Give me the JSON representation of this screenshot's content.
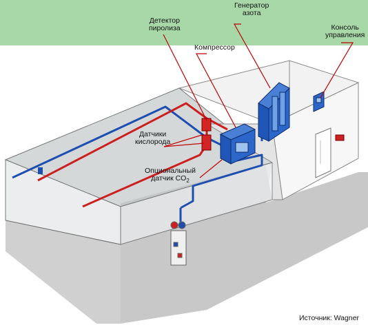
{
  "labels": {
    "pyrolysis_detector": [
      "Детектор",
      "пиролиза"
    ],
    "nitrogen_generator": [
      "Генератор",
      "азота"
    ],
    "control_console": [
      "Консоль",
      "управления"
    ],
    "compressor": "Компрессор",
    "oxygen_sensors": [
      "Датчики",
      "кислорода"
    ],
    "co2_sensor": {
      "line1": "Опциональный",
      "line2_prefix": "датчик CO",
      "line2_sub": "2"
    }
  },
  "source": "Источник: Wagner",
  "colors": {
    "header_band": "#a8d8a8",
    "red_pipe": "#cc2020",
    "blue_pipe": "#1e4fb0",
    "equipment_blue": "#1f56b8",
    "leader_line": "#c00000"
  }
}
